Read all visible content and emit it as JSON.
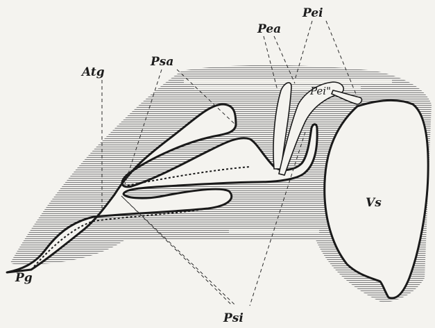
{
  "labels": {
    "atg": "Atg",
    "psa": "Psa",
    "pea": "Pea",
    "pei": "Pei",
    "pei_double_prime": "Pei\"",
    "vs": "Vs",
    "pg": "Pg",
    "psi": "Psi"
  },
  "colors": {
    "paper": "#f4f3ef",
    "ink": "#1a1a1a",
    "hatch": "#8a8a8a"
  }
}
